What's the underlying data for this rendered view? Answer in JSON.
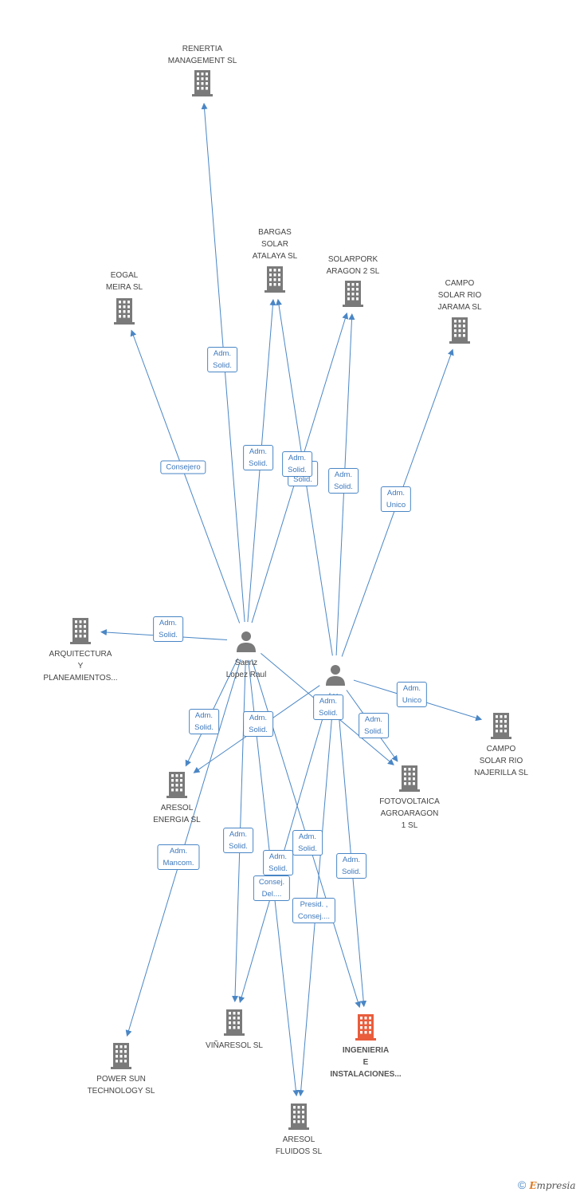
{
  "colors": {
    "edge": "#4a86c5",
    "node": "#7a7a7a",
    "target": "#e95d3c"
  },
  "brand": {
    "copyright": "©",
    "first_letter": "E",
    "rest": "mpresia"
  },
  "nodes": [
    {
      "id": "renertia",
      "kind": "company",
      "label": "RENERTIA\nMANAGEMENT SL"
    },
    {
      "id": "bargas",
      "kind": "company",
      "label": "BARGAS\nSOLAR\nATALAYA SL"
    },
    {
      "id": "solarpork",
      "kind": "company",
      "label": "SOLARPORK\nARAGON 2 SL"
    },
    {
      "id": "eogal",
      "kind": "company",
      "label": "EOGAL\nMEIRA SL"
    },
    {
      "id": "campo_jarama",
      "kind": "company",
      "label": "CAMPO\nSOLAR RIO\nJARAMA SL"
    },
    {
      "id": "arquitectura",
      "kind": "company",
      "label": "ARQUITECTURA\nY\nPLANEAMIENTOS..."
    },
    {
      "id": "saenz",
      "kind": "person",
      "label": "Saenz\nLopez Raul"
    },
    {
      "id": "person2",
      "kind": "person",
      "label": ""
    },
    {
      "id": "campo_najerilla",
      "kind": "company",
      "label": "CAMPO\nSOLAR RIO\nNAJERILLA SL"
    },
    {
      "id": "aresol_energia",
      "kind": "company",
      "label": "ARESOL\nENERGIA SL"
    },
    {
      "id": "fotovoltaica",
      "kind": "company",
      "label": "FOTOVOLTAICA\nAGROARAGON\n1 SL"
    },
    {
      "id": "power_sun",
      "kind": "company",
      "label": "POWER SUN\nTECHNOLOGY SL"
    },
    {
      "id": "vinaresol",
      "kind": "company",
      "label": "VIÑARESOL SL"
    },
    {
      "id": "ingenieria",
      "kind": "target",
      "label": "INGENIERIA\nE\nINSTALACIONES..."
    },
    {
      "id": "aresol_fluidos",
      "kind": "company",
      "label": "ARESOL\nFLUIDOS SL"
    }
  ],
  "edges": [
    {
      "from": "saenz",
      "to": "renertia",
      "label": "Adm.\nSolid."
    },
    {
      "from": "saenz",
      "to": "eogal",
      "label": "Consejero"
    },
    {
      "from": "saenz",
      "to": "bargas",
      "label": "Adm.\nSolid."
    },
    {
      "from": "saenz",
      "to": "solarpork",
      "label": "Adm.\nSolid."
    },
    {
      "from": "person2",
      "to": "bargas",
      "label": "Adm.\nSolid."
    },
    {
      "from": "person2",
      "to": "solarpork",
      "label": "Adm.\nSolid."
    },
    {
      "from": "person2",
      "to": "campo_jarama",
      "label": "Adm.\nUnico"
    },
    {
      "from": "saenz",
      "to": "arquitectura",
      "label": "Adm.\nSolid."
    },
    {
      "from": "person2",
      "to": "campo_najerilla",
      "label": "Adm.\nUnico"
    },
    {
      "from": "saenz",
      "to": "aresol_energia",
      "label": "Adm.\nSolid."
    },
    {
      "from": "person2",
      "to": "aresol_energia",
      "label": "Adm.\nSolid."
    },
    {
      "from": "saenz",
      "to": "fotovoltaica",
      "label": "Adm.\nSolid."
    },
    {
      "from": "person2",
      "to": "fotovoltaica",
      "label": "Adm.\nSolid."
    },
    {
      "from": "saenz",
      "to": "power_sun",
      "label": "Adm.\nMancom."
    },
    {
      "from": "saenz",
      "to": "vinaresol",
      "label": "Adm.\nSolid."
    },
    {
      "from": "person2",
      "to": "vinaresol",
      "label": "Adm.\nSolid."
    },
    {
      "from": "saenz",
      "to": "ingenieria",
      "label": "Adm.\nSolid."
    },
    {
      "from": "person2",
      "to": "ingenieria",
      "label": "Adm.\nSolid."
    },
    {
      "from": "saenz",
      "to": "aresol_fluidos",
      "label": "Consej.\nDel...."
    },
    {
      "from": "person2",
      "to": "aresol_fluidos",
      "label": "Presid. ,\nConsej...."
    }
  ]
}
